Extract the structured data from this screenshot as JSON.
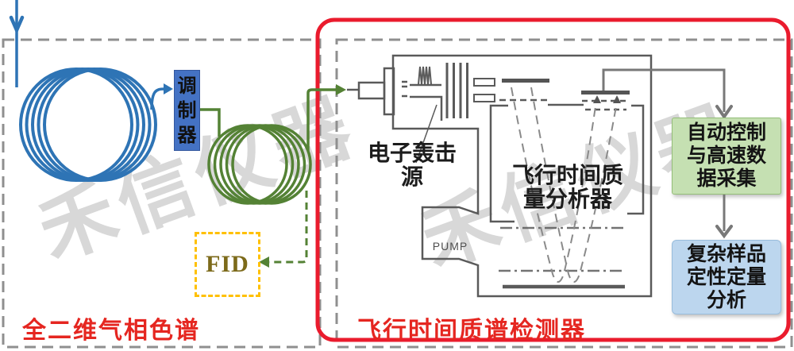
{
  "watermark": {
    "text": "禾信仪器"
  },
  "gc_section": {
    "caption": "全二维气相色谱",
    "modulator_label": "调\n制\n器",
    "fid_label": "FID"
  },
  "ms_section": {
    "caption": "飞行时间质谱检测器",
    "ei_source_label": "电子轰击\n源",
    "tof_analyzer_label": "飞行时间质\n量分析器",
    "pump_label": "PUMP",
    "control_box_label": "自动控制\n与高速数\n据采集",
    "analysis_box_label": "复杂样品\n定性定量\n分析"
  },
  "colors": {
    "red_border": "#ea1b2d",
    "red_text": "#e52620",
    "blue_flow": "#2e74b5",
    "modulator_fill": "#4472c4",
    "green_flow": "#548235",
    "fid_border": "#ffc000",
    "fid_text": "#7c6a1a",
    "control_box_fill": "#c5e0b2",
    "analysis_box_fill": "#bcd6ee",
    "instrument_line_gray": "#5a5a5a",
    "dashed_border_gray": "#8f8f8f",
    "watermark_gray": "#d8d8d8"
  }
}
